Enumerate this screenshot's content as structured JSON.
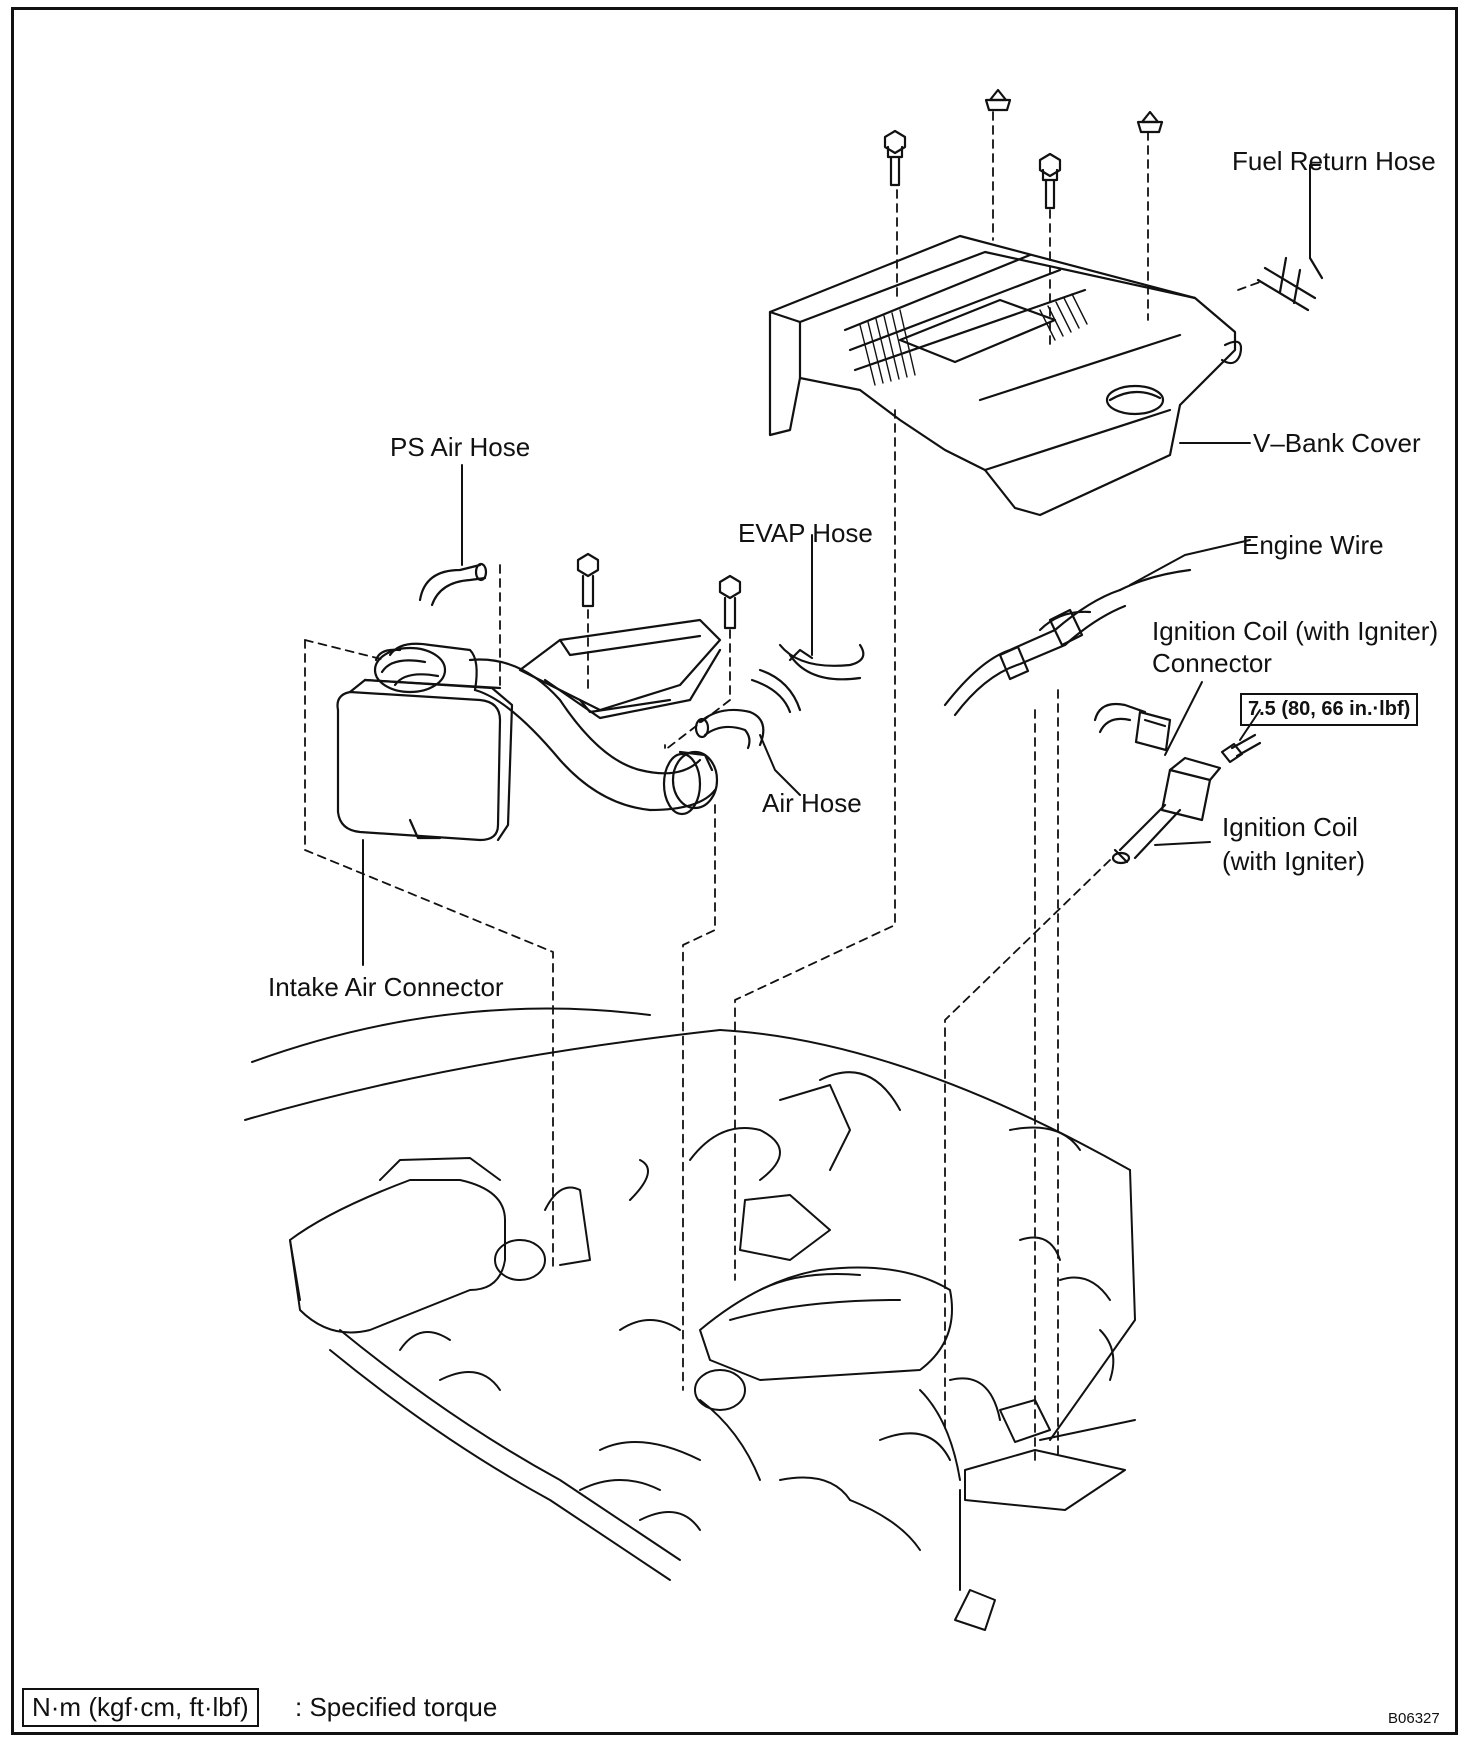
{
  "labels": {
    "fuel_return_hose": "Fuel Return Hose",
    "v_bank_cover": "V–Bank Cover",
    "ps_air_hose": "PS Air Hose",
    "evap_hose": "EVAP Hose",
    "engine_wire": "Engine Wire",
    "coil_connector_line1": "Ignition Coil (with Igniter)",
    "coil_connector_line2": "Connector",
    "torque_value": "7.5 (80, 66 in.·lbf)",
    "air_hose": "Air Hose",
    "ignition_coil_line1": "Ignition  Coil",
    "ignition_coil_line2": "(with Igniter)",
    "intake_air_connector": "Intake Air Connector"
  },
  "legend": {
    "unit_box": "N·m (kgf·cm, ft·lbf)",
    "description": ": Specified torque"
  },
  "figure_code": "B06327"
}
